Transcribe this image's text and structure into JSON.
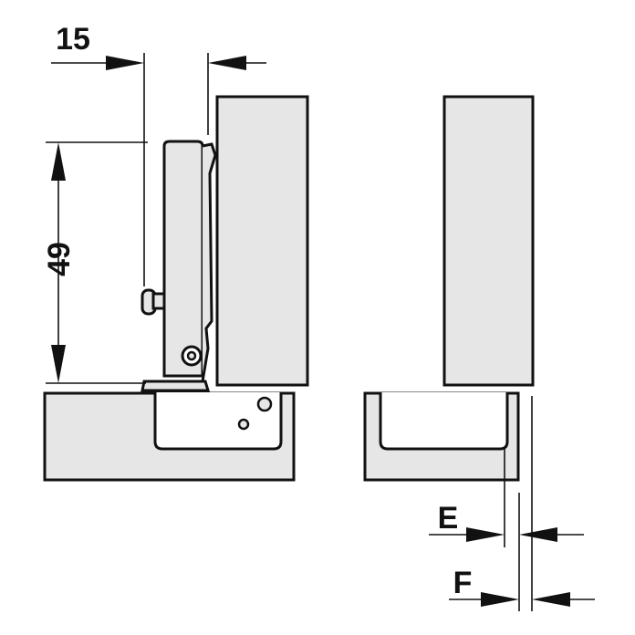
{
  "diagram": {
    "labels": {
      "dim_top": "15",
      "dim_height": "49",
      "dim_e": "E",
      "dim_f": "F"
    },
    "colors": {
      "panel_fill": "#e6e6e6",
      "line": "#111111",
      "background": "#ffffff"
    }
  }
}
